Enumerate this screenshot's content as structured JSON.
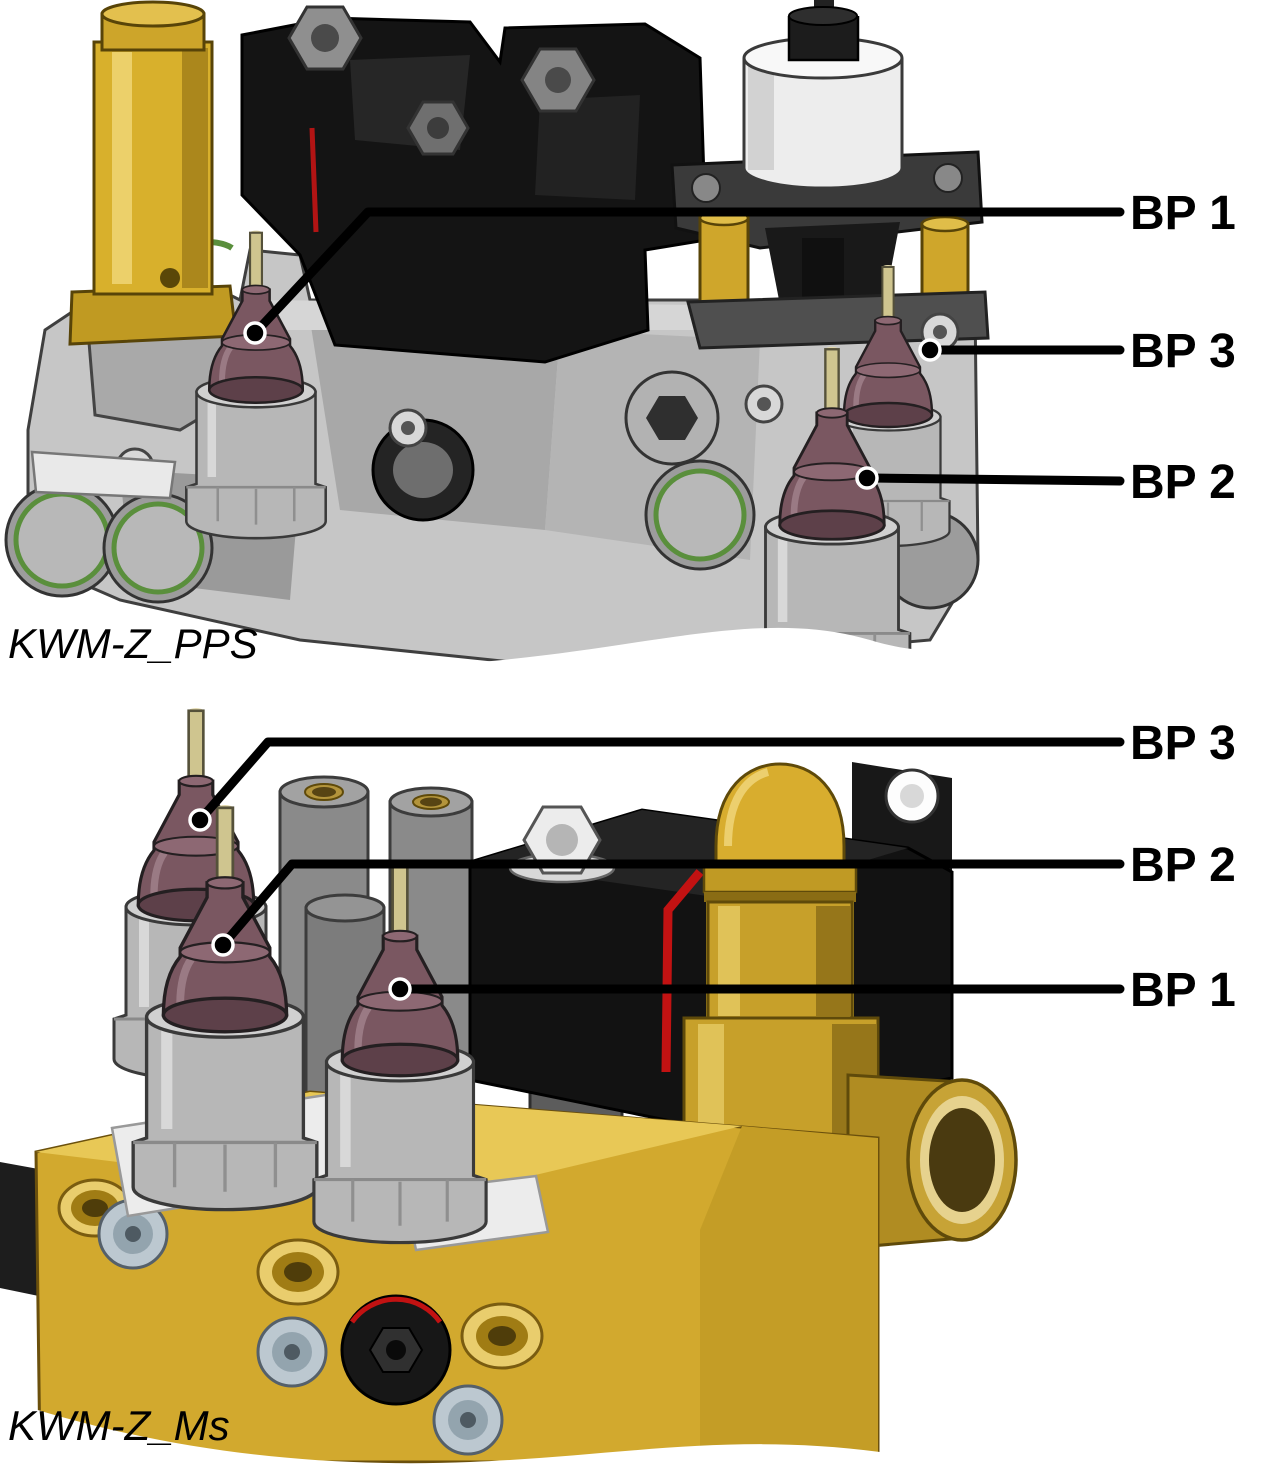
{
  "figures": [
    {
      "id": "kwm-z-pps",
      "caption": "KWM-Z_PPS",
      "callouts": [
        {
          "label": "BP 1"
        },
        {
          "label": "BP 3"
        },
        {
          "label": "BP 2"
        }
      ]
    },
    {
      "id": "kwm-z-ms",
      "caption": "KWM-Z_Ms",
      "callouts": [
        {
          "label": "BP 3"
        },
        {
          "label": "BP 2"
        },
        {
          "label": "BP 1"
        }
      ]
    }
  ],
  "colors": {
    "callout_line": "#000000",
    "label_text": "#000000",
    "brass_gold": "#d2a92e",
    "test_point_purple": "#7a5761",
    "test_point_pin": "#cfc58f",
    "body_gray": "#c6c6c6",
    "solenoid_black": "#141414",
    "accent_red": "#c21212",
    "oring_green": "#5a8f3c",
    "background": "#ffffff"
  }
}
